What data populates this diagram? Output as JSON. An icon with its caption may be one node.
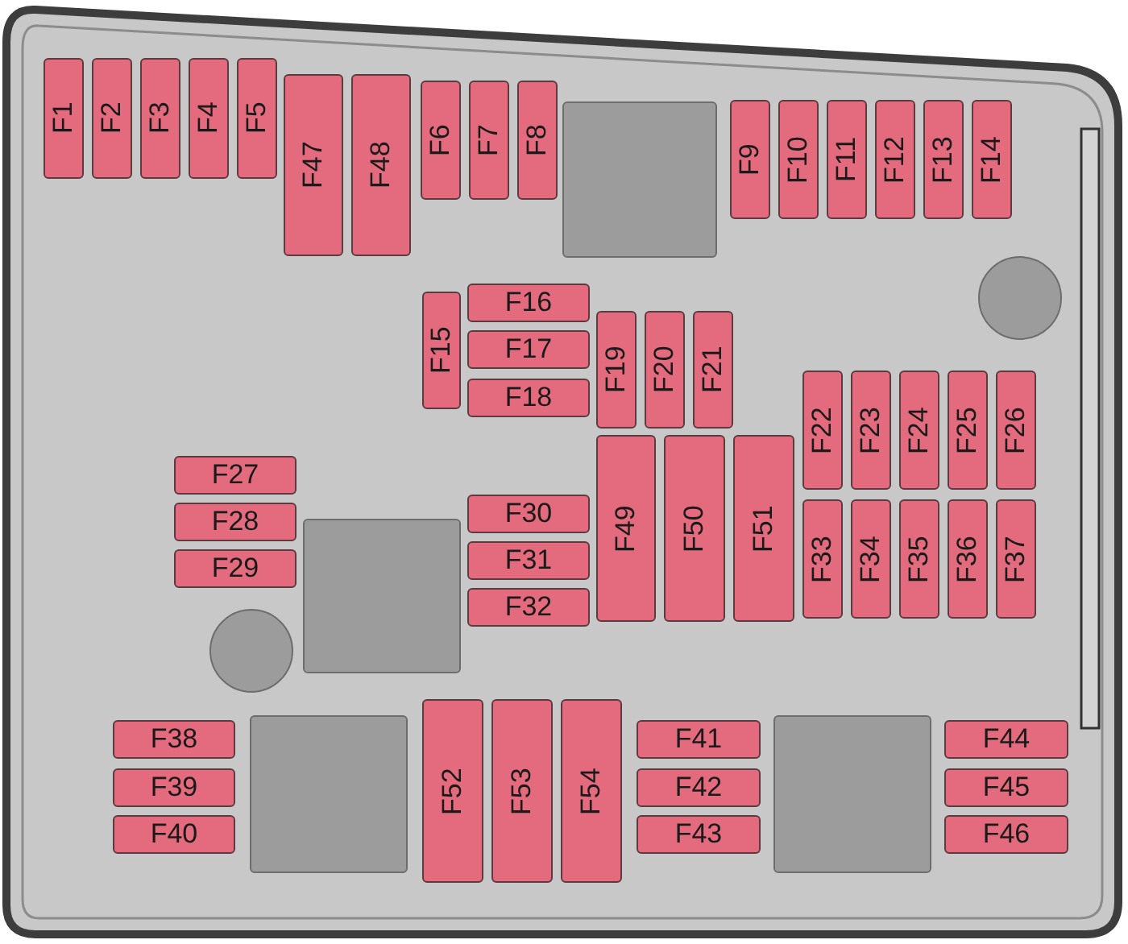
{
  "diagram": {
    "nodes": [
      {
        "text": [
          "F1"
        ]
      },
      {
        "text": [
          "F2"
        ]
      },
      {
        "text": [
          "F3"
        ]
      },
      {
        "text": [
          "F4"
        ]
      },
      {
        "text": [
          "F5"
        ]
      },
      {
        "text": [
          "F47"
        ]
      },
      {
        "text": [
          "F48"
        ]
      },
      {
        "text": [
          "F6"
        ]
      },
      {
        "text": [
          "F7"
        ]
      },
      {
        "text": [
          "F8"
        ]
      },
      {
        "text": [],
        "shape": "box"
      },
      {
        "text": [
          "F9"
        ]
      },
      {
        "text": [
          "F10"
        ]
      },
      {
        "text": [
          "F11"
        ]
      },
      {
        "text": [
          "F12"
        ]
      },
      {
        "text": [
          "F13"
        ]
      },
      {
        "text": [
          "F14"
        ]
      },
      {
        "text": [],
        "shape": "circle"
      },
      {
        "text": [
          "F15"
        ]
      },
      {
        "text": [
          "F16"
        ]
      },
      {
        "text": [
          "F17"
        ]
      },
      {
        "text": [
          "F18"
        ]
      },
      {
        "text": [
          "F19"
        ]
      },
      {
        "text": [
          "F20"
        ]
      },
      {
        "text": [
          "F21"
        ]
      },
      {
        "text": [
          "F22"
        ]
      },
      {
        "text": [
          "F23"
        ]
      },
      {
        "text": [
          "F24"
        ]
      },
      {
        "text": [
          "F25"
        ]
      },
      {
        "text": [
          "F26"
        ]
      },
      {
        "text": [
          "F27"
        ]
      },
      {
        "text": [
          "F28"
        ]
      },
      {
        "text": [
          "F29"
        ]
      },
      {
        "text": [],
        "shape": "box"
      },
      {
        "text": [
          "F30"
        ]
      },
      {
        "text": [
          "F31"
        ]
      },
      {
        "text": [
          "F32"
        ]
      },
      {
        "text": [
          "F49"
        ]
      },
      {
        "text": [
          "F50"
        ]
      },
      {
        "text": [
          "F51"
        ]
      },
      {
        "text": [
          "F33"
        ]
      },
      {
        "text": [
          "F34"
        ]
      },
      {
        "text": [
          "F35"
        ]
      },
      {
        "text": [
          "F36"
        ]
      },
      {
        "text": [
          "F37"
        ]
      },
      {
        "text": [],
        "shape": "circle"
      },
      {
        "text": [
          "F38"
        ]
      },
      {
        "text": [
          "F39"
        ]
      },
      {
        "text": [
          "F40"
        ]
      },
      {
        "text": [],
        "shape": "box"
      },
      {
        "text": [
          "F52"
        ]
      },
      {
        "text": [
          "F53"
        ]
      },
      {
        "text": [
          "F54"
        ]
      },
      {
        "text": [
          "F41"
        ]
      },
      {
        "text": [
          "F42"
        ]
      },
      {
        "text": [
          "F43"
        ]
      },
      {
        "text": [],
        "shape": "box"
      },
      {
        "text": [
          "F44"
        ]
      },
      {
        "text": [
          "F45"
        ]
      },
      {
        "text": [
          "F46"
        ]
      }
    ]
  }
}
